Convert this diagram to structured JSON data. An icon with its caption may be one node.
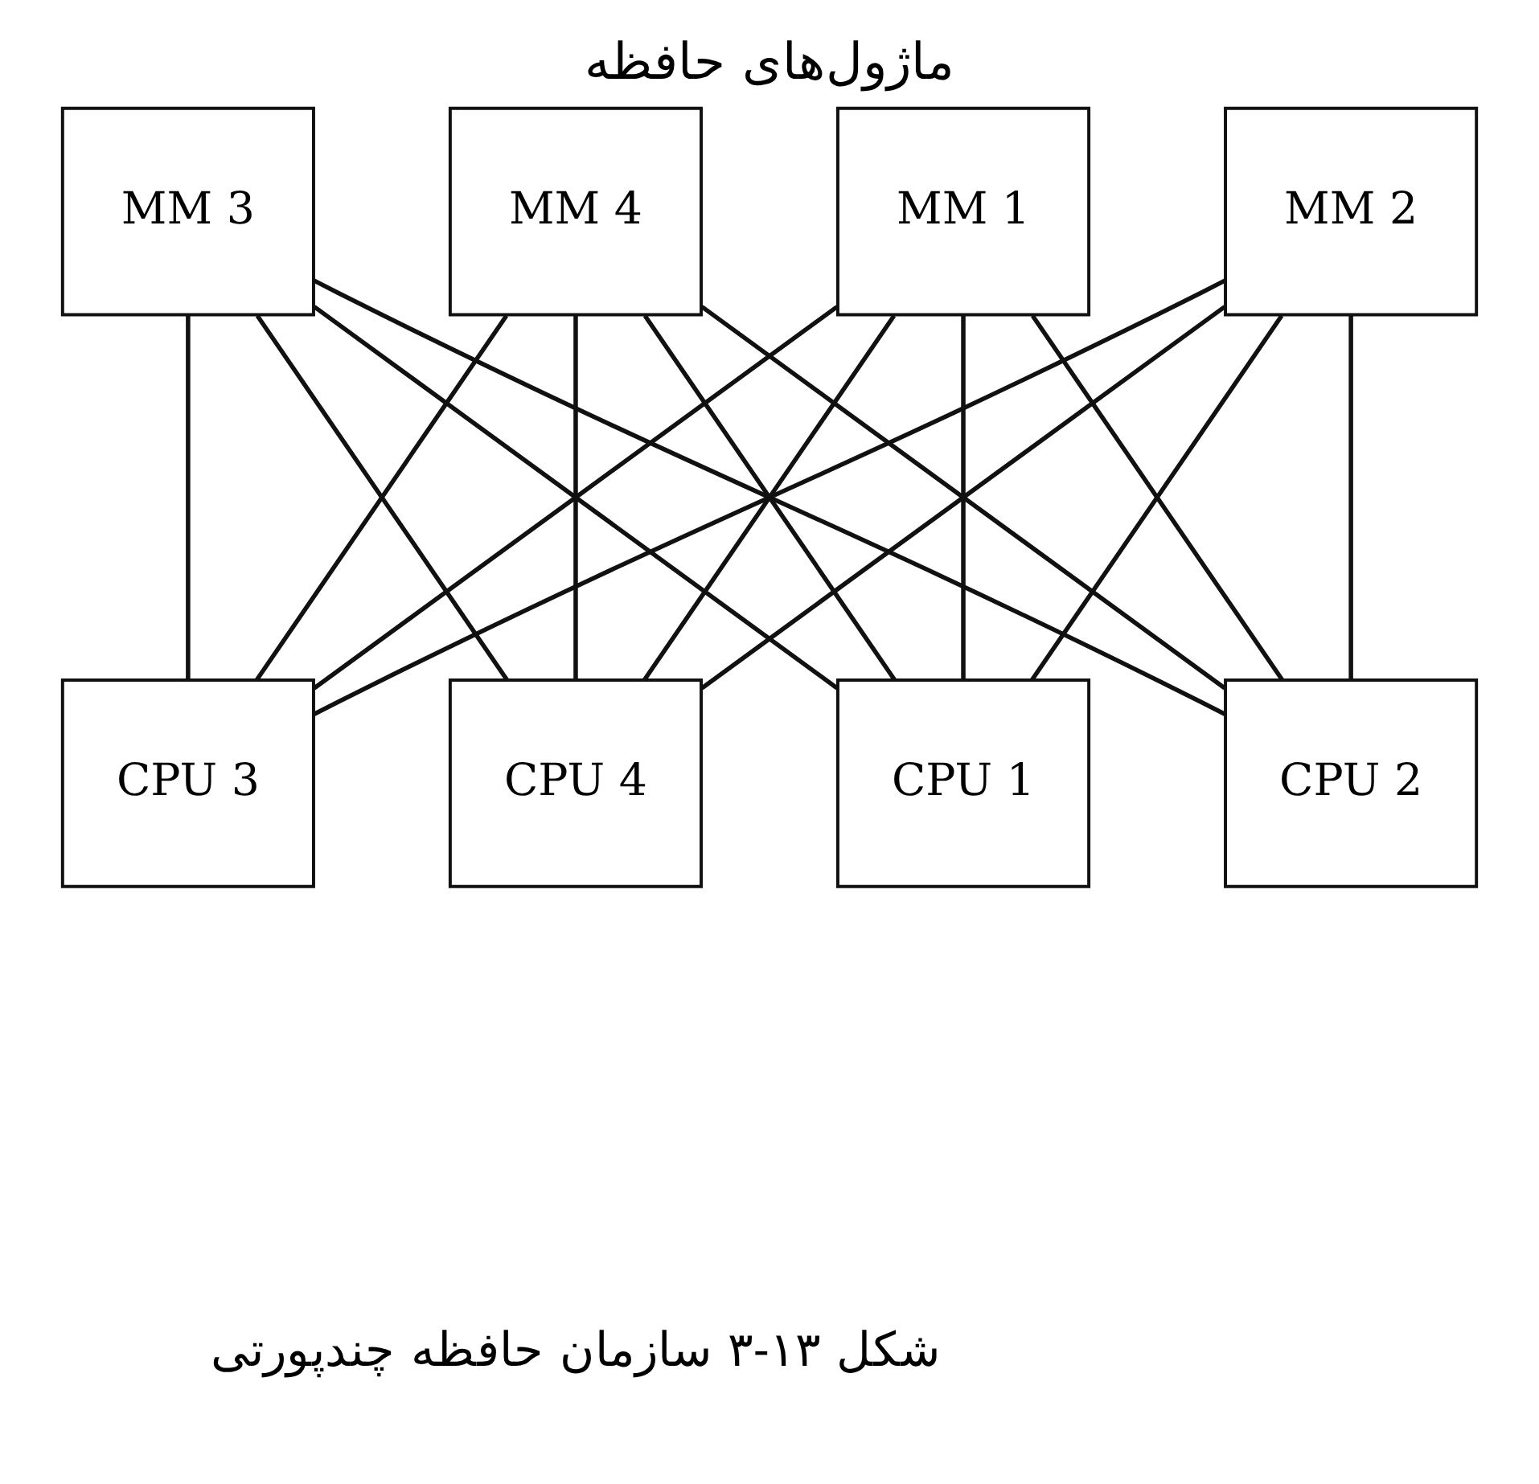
{
  "diagram": {
    "title": "ماژول‌های حافظه",
    "caption": "شکل ۱۳-۳ سازمان حافظه چندپورتی",
    "nodes": [
      {
        "text": [
          "MM 1"
        ]
      },
      {
        "text": [
          "MM 2"
        ]
      },
      {
        "text": [
          "MM 3"
        ]
      },
      {
        "text": [
          "MM 4"
        ]
      },
      {
        "text": [
          "CPU 1"
        ]
      },
      {
        "text": [
          "CPU 2"
        ]
      },
      {
        "text": [
          "CPU 3"
        ]
      },
      {
        "text": [
          "CPU 4"
        ]
      }
    ],
    "edges": [
      {
        "from": 4,
        "to": 0,
        "arrow": "none"
      },
      {
        "from": 4,
        "to": 1,
        "arrow": "none"
      },
      {
        "from": 4,
        "to": 2,
        "arrow": "none"
      },
      {
        "from": 4,
        "to": 3,
        "arrow": "none"
      },
      {
        "from": 5,
        "to": 0,
        "arrow": "none"
      },
      {
        "from": 5,
        "to": 1,
        "arrow": "none"
      },
      {
        "from": 5,
        "to": 2,
        "arrow": "none"
      },
      {
        "from": 5,
        "to": 3,
        "arrow": "none"
      },
      {
        "from": 6,
        "to": 0,
        "arrow": "none"
      },
      {
        "from": 6,
        "to": 1,
        "arrow": "none"
      },
      {
        "from": 6,
        "to": 2,
        "arrow": "none"
      },
      {
        "from": 6,
        "to": 3,
        "arrow": "none"
      },
      {
        "from": 7,
        "to": 0,
        "arrow": "none"
      },
      {
        "from": 7,
        "to": 1,
        "arrow": "none"
      },
      {
        "from": 7,
        "to": 2,
        "arrow": "none"
      },
      {
        "from": 7,
        "to": 3,
        "arrow": "none"
      }
    ]
  }
}
